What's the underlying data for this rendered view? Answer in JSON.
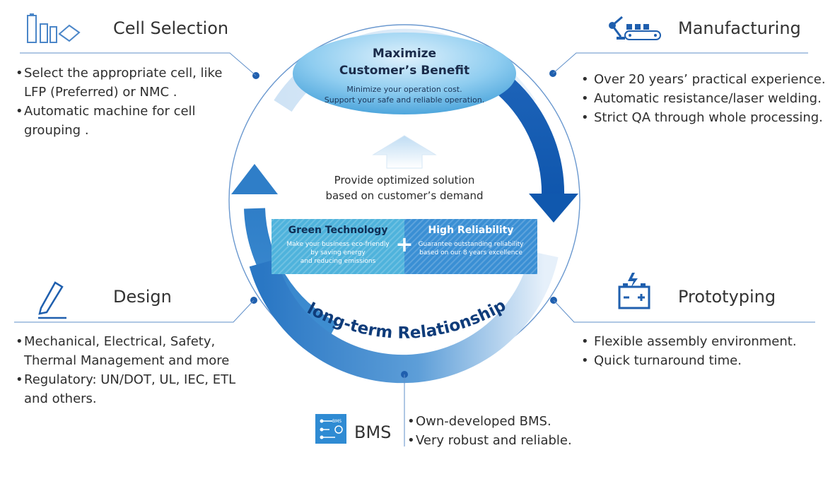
{
  "cell_selection": {
    "title": "Cell Selection",
    "bullets": [
      "Select the appropriate cell, like LFP (Preferred) or NMC .",
      "Automatic machine for cell grouping ."
    ]
  },
  "manufacturing": {
    "title": "Manufacturing",
    "bullets": [
      "Over 20 years’ practical experience.",
      "Automatic resistance/laser welding.",
      "Strict QA through whole processing."
    ]
  },
  "design": {
    "title": "Design",
    "bullets": [
      "Mechanical, Electrical, Safety, Thermal Management and more",
      "Regulatory: UN/DOT, UL, IEC, ETL and others."
    ]
  },
  "prototyping": {
    "title": "Prototyping",
    "bullets": [
      "Flexible assembly environment.",
      "Quick turnaround time."
    ]
  },
  "bms": {
    "title": "BMS",
    "bullets": [
      "Own-developed BMS.",
      "Very robust and reliable."
    ]
  },
  "benefit": {
    "title_line1": "Maximize",
    "title_line2": "Customer’s Benefit",
    "sub_line1": "Minimize your operation cost.",
    "sub_line2": "Support your safe and reliable operation."
  },
  "solution": {
    "line1": "Provide optimized solution",
    "line2": "based on customer’s demand"
  },
  "green": {
    "title": "Green Technology",
    "line1": "Make your business eco-friendly",
    "line2": "by saving energy",
    "line3": "and reducing emissions"
  },
  "reliability": {
    "title": "High Reliability",
    "line1": "Guarantee outstanding reliability",
    "line2": "based on our 8 years excellence"
  },
  "plus_symbol": "+",
  "relationship": "long-term Relationship",
  "colors": {
    "accent": "#1f5fae",
    "line": "#5f8fc9",
    "green_box": "#4fb3dc",
    "reliability_box": "#3a8fd4"
  }
}
